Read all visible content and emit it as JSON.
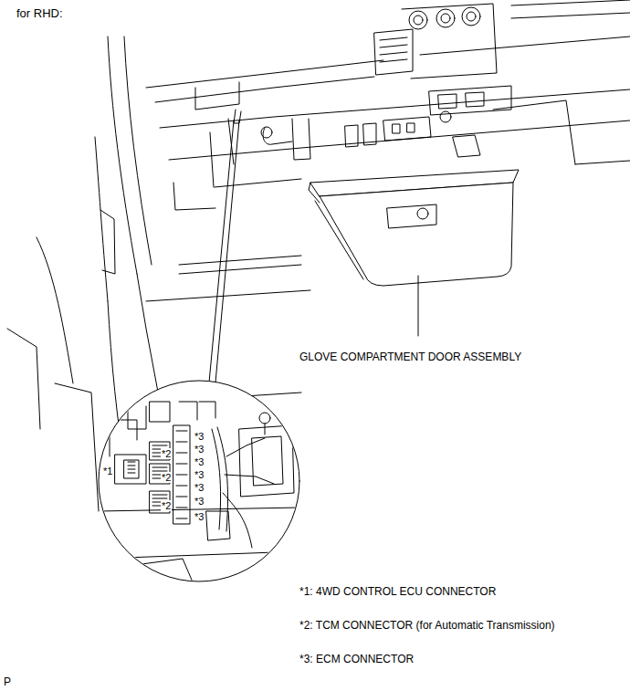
{
  "diagram": {
    "title": "for RHD:",
    "labels": [
      "GLOVE COMPARTMENT DOOR ASSEMBLY",
      "*3",
      "*3",
      "*2",
      "*3",
      "*1",
      "*2",
      "*3",
      "*3",
      "*2",
      "*3",
      "*3",
      "*1: 4WD CONTROL ECU CONNECTOR",
      "*2: TCM CONNECTOR (for Automatic Transmission)",
      "*3: ECM CONNECTOR",
      "P"
    ]
  }
}
